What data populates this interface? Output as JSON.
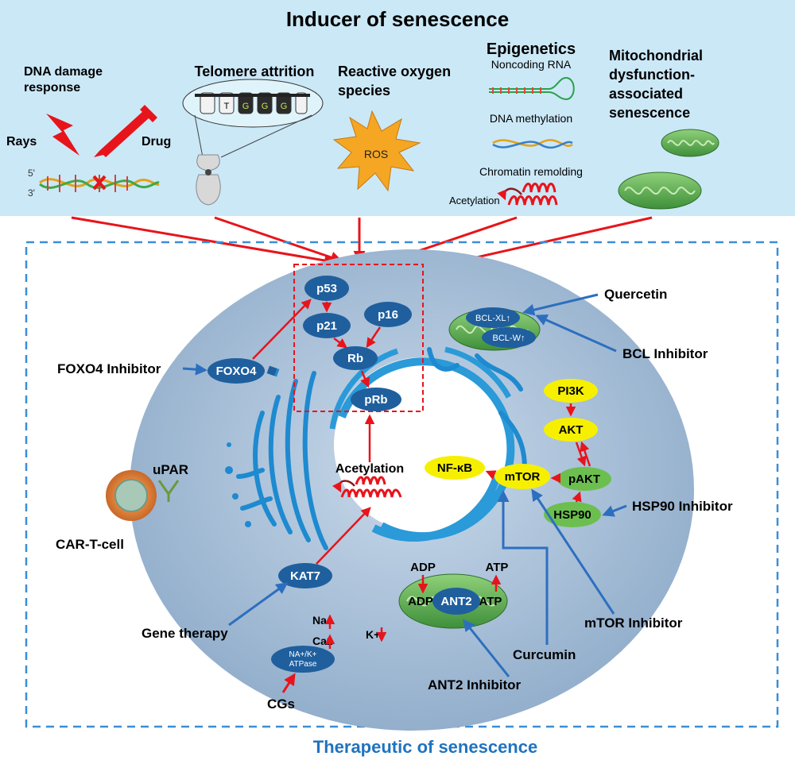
{
  "header": {
    "title": "Inducer of senescence",
    "dna_damage": [
      "DNA damage",
      "response"
    ],
    "rays": "Rays",
    "drug": "Drug",
    "strand5": "5'",
    "strand3": "3'",
    "telomere": "Telomere attrition",
    "telomere_letters": [
      "T",
      "G",
      "G",
      "G"
    ],
    "ros_title": [
      "Reactive oxygen",
      "species"
    ],
    "ros_label": "ROS",
    "epigenetics": "Epigenetics",
    "noncoding": "Noncoding RNA",
    "methylation": "DNA methylation",
    "chromatin": "Chromatin remolding",
    "acetylation": "Acetylation",
    "mito": [
      "Mitochondrial",
      "dysfunction-",
      "associated",
      "senescence"
    ]
  },
  "cell": {
    "p53": "p53",
    "p21": "p21",
    "p16": "p16",
    "rb": "Rb",
    "prb": "pRb",
    "foxo4": "FOXO4",
    "foxo4_inhibitor": "FOXO4 Inhibitor",
    "bclxl": "BCL-XL↑",
    "bclw": "BCL-W↑",
    "quercetin": "Quercetin",
    "bcl_inhibitor": "BCL Inhibitor",
    "pi3k": "PI3K",
    "akt": "AKT",
    "pakt": "pAKT",
    "mtor": "mTOR",
    "nfkb": "NF-κB",
    "hsp90": "HSP90",
    "hsp90_inhibitor": "HSP90 Inhibitor",
    "acetylation": "Acetylation",
    "upar": "uPAR",
    "cart": "CAR-T-cell",
    "kat7": "KAT7",
    "gene_therapy": "Gene therapy",
    "adp1": "ADP",
    "adp2": "ADP",
    "atp1": "ATP",
    "atp2": "ATP",
    "ant2": "ANT2",
    "ant2_inhibitor": "ANT2 Inhibitor",
    "mtor_inhibitor": "mTOR Inhibitor",
    "curcumin": "Curcumin",
    "na": "Na+",
    "ca": "Ca2",
    "k": "K+",
    "atpase": [
      "NA+/K+",
      "ATPase"
    ],
    "cgs": "CGs"
  },
  "footer": {
    "title": "Therapeutic of senescence"
  },
  "colors": {
    "top_band": "#cbe8f7",
    "cell_body": "#9ab6d2",
    "nucleus": "#ffffff",
    "oval_blue": "#1f5f9e",
    "yellow": "#f6f000",
    "green": "#6cbf4f",
    "red_arrow": "#e8141b",
    "blue_arrow": "#2d6fbf",
    "footer_blue": "#1f73c0"
  }
}
